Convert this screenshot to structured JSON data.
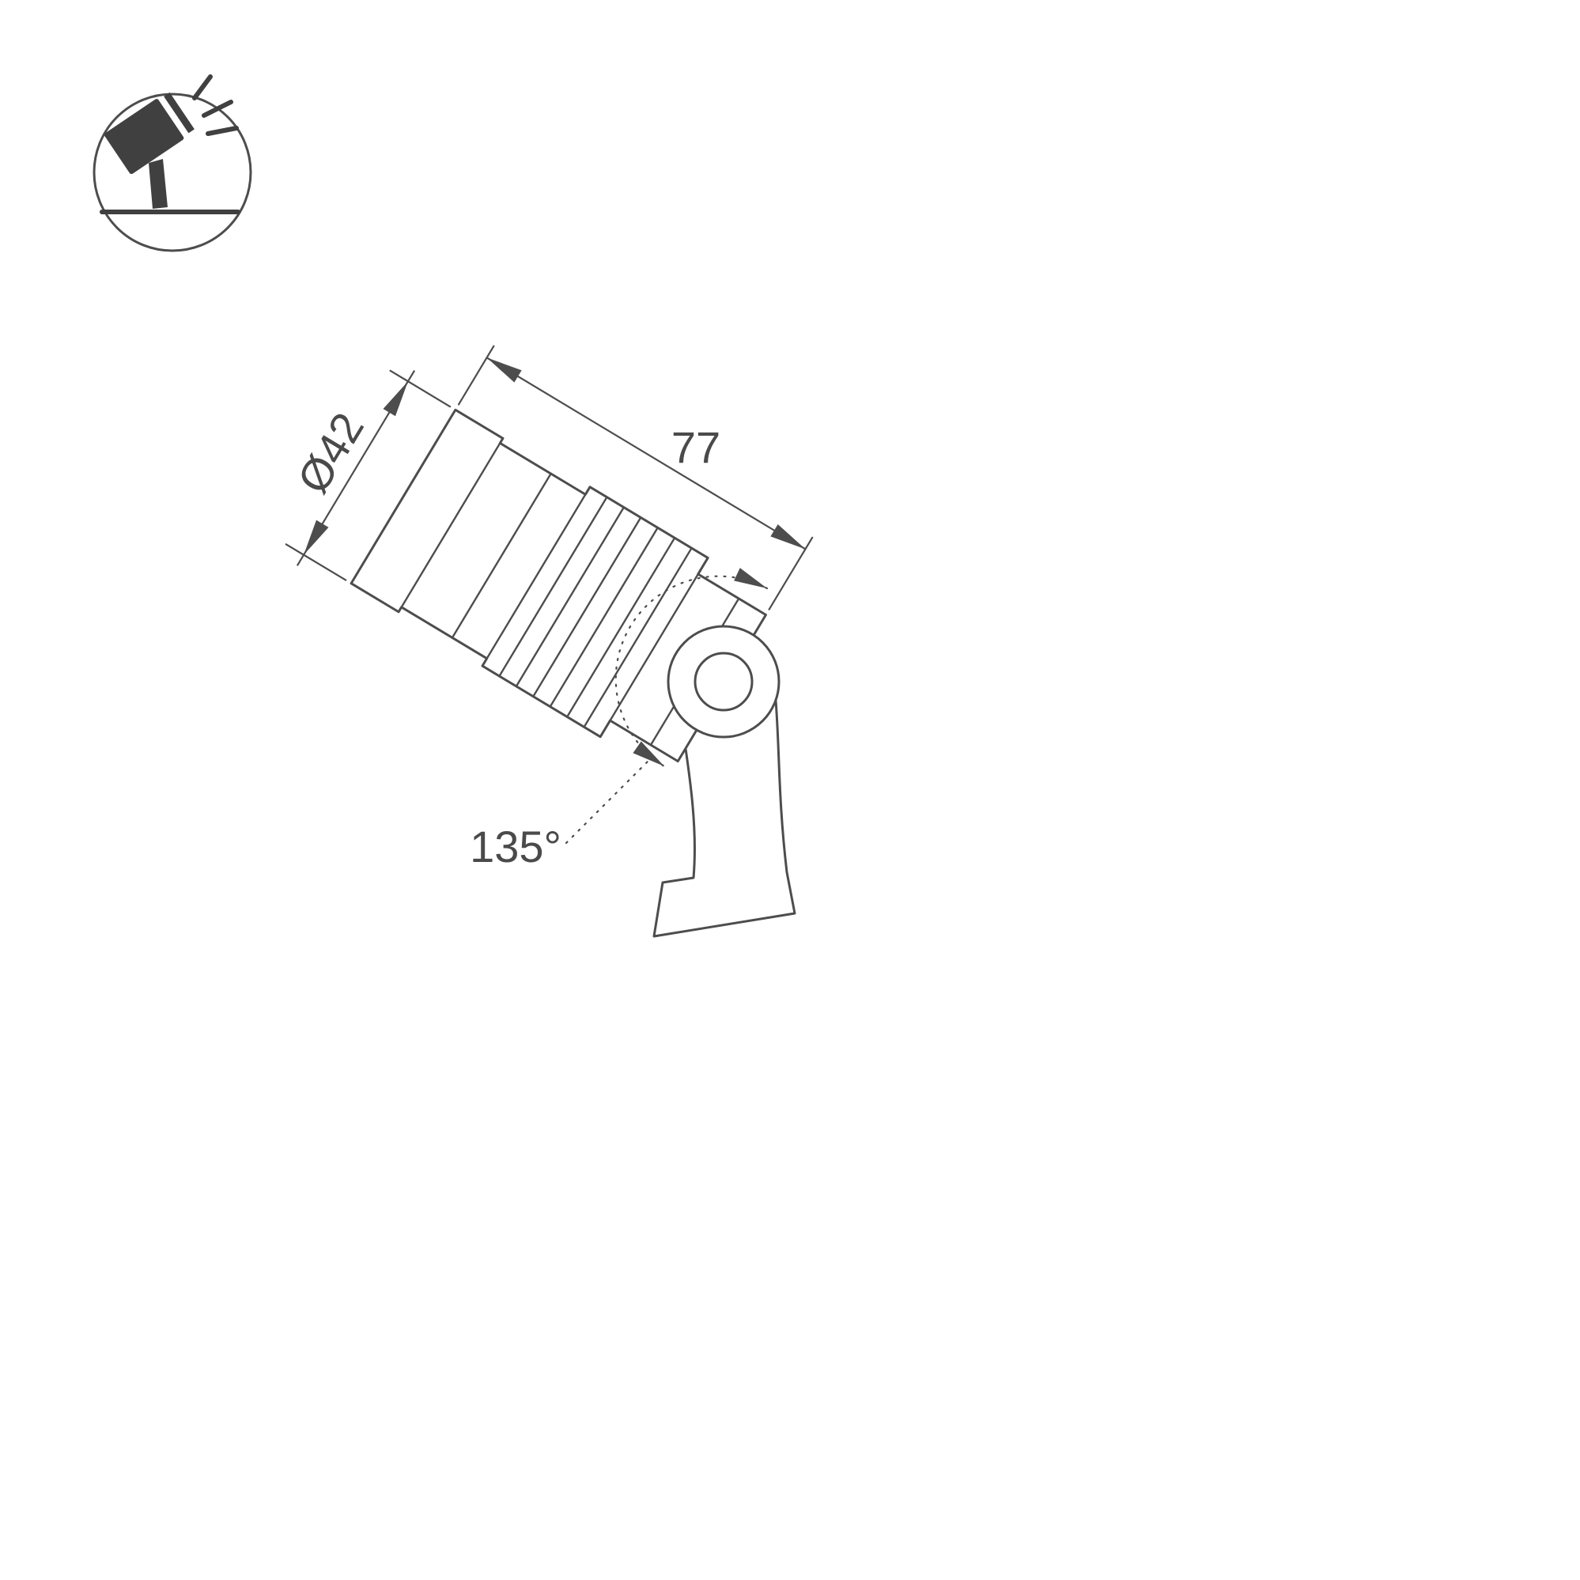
{
  "page": {
    "background_color": "#ffffff",
    "line_color": "#4d4d4d",
    "text_color": "#4a4a4a"
  },
  "icon": {
    "name": "tilted-spotlight-on-stand"
  },
  "dimensions": {
    "diameter_label": "Ø42",
    "length_label": "77",
    "angle_label": "135°"
  }
}
